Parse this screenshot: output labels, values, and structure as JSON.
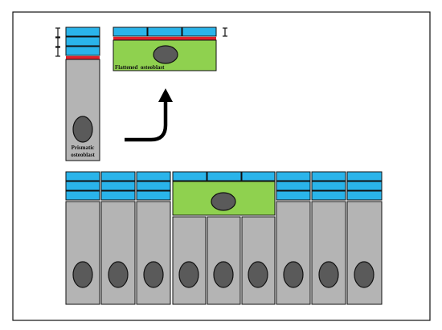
{
  "labels": {
    "flattened": "Flattened  osteoblast",
    "prismatic_line1": "Prismatic",
    "prismatic_line2": "osteoblast"
  },
  "colors": {
    "matrix_blue": "#2ab4ea",
    "cell_gray": "#b4b4b4",
    "flattened_green": "#8fd14f",
    "nucleus": "#5a5a5a",
    "boundary_red": "#e0202a",
    "outline": "#111111"
  },
  "icons": {
    "arrow": "curved-arrow-icon",
    "bracket": "i-beam-bracket-icon"
  }
}
